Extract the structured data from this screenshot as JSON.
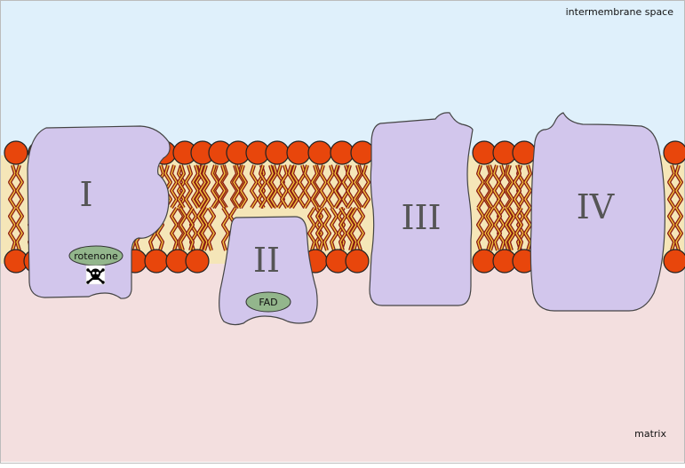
{
  "labels": {
    "intermembrane_space": "intermembrane space",
    "matrix": "matrix"
  },
  "complexes": [
    {
      "label": "I"
    },
    {
      "label": "II"
    },
    {
      "label": "III"
    },
    {
      "label": "IV"
    }
  ],
  "molecules": {
    "rotenone": "rotenone",
    "fad": "FAD"
  },
  "icons": {
    "poison": "skull-crossbones-icon"
  },
  "colors": {
    "intermembrane": "#dff0fb",
    "matrix": "#f3dfdf",
    "membrane_core": "#f5e6b8",
    "lipid_head": "#e8460c",
    "lipid_tail": "#8b1c14",
    "protein": "#d2c6ec",
    "protein_stroke": "#444444",
    "label_oval": "#93b68c"
  }
}
